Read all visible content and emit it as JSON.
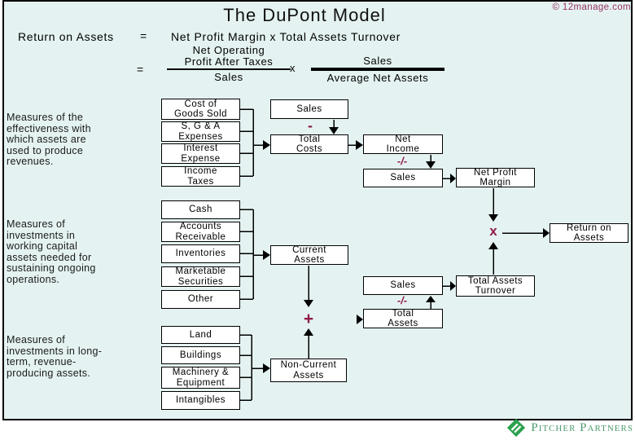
{
  "page": {
    "title": "The DuPont Model",
    "copyright": "© 12manage.com",
    "colors": {
      "background": "#e4f3f1",
      "operator_maroon": "#8e1d47",
      "copyright_magenta": "#993366",
      "logo_green": "#2aa14e",
      "logo_text_green": "#4e9b6d",
      "box_fill": "#ffffff",
      "box_border": "#000000"
    }
  },
  "formula": {
    "line1_label": "Return on Assets",
    "equals1": "=",
    "line1_expansion": "Net Profit Margin x Total Assets Turnover",
    "equals2": "=",
    "fraction1": {
      "numerator": "Net Operating\nProfit After Taxes",
      "denominator": "Sales"
    },
    "times": "x",
    "fraction2": {
      "numerator": "Sales",
      "denominator": "Average Net Assets"
    }
  },
  "notes": [
    "Measures of the\neffectiveness with\nwhich assets are\nused to produce\nrevenues.",
    "Measures of\ninvestments in\nworking capital\nassets needed for\nsustaining ongoing\noperations.",
    "Measures of\ninvestments in long-\nterm, revenue-\nproducing assets."
  ],
  "boxes": {
    "cogs": "Cost of\nGoods Sold",
    "sga": "S, G & A\nExpenses",
    "interest": "Interest\nExpense",
    "taxes": "Income\nTaxes",
    "sales_top": "Sales",
    "total_costs": "Total\nCosts",
    "net_income": "Net\nIncome",
    "sales_mid": "Sales",
    "net_profit_margin": "Net Profit\nMargin",
    "cash": "Cash",
    "accounts_receivable": "Accounts\nReceivable",
    "inventories": "Inventories",
    "marketable_securities": "Marketable\nSecurities",
    "other": "Other",
    "current_assets": "Current\nAssets",
    "sales_low": "Sales",
    "total_assets": "Total\nAssets",
    "total_assets_turnover": "Total Assets\nTurnover",
    "return_on_assets": "Return on\nAssets",
    "land": "Land",
    "buildings": "Buildings",
    "machinery": "Machinery &\nEquipment",
    "intangibles": "Intangibles",
    "non_current_assets": "Non-Current\nAssets"
  },
  "operators": {
    "minus": "-",
    "divide1": "-/-",
    "multiply": "x",
    "plus": "+",
    "divide2": "-/-"
  },
  "logo": {
    "text": "Pitcher Partners"
  }
}
